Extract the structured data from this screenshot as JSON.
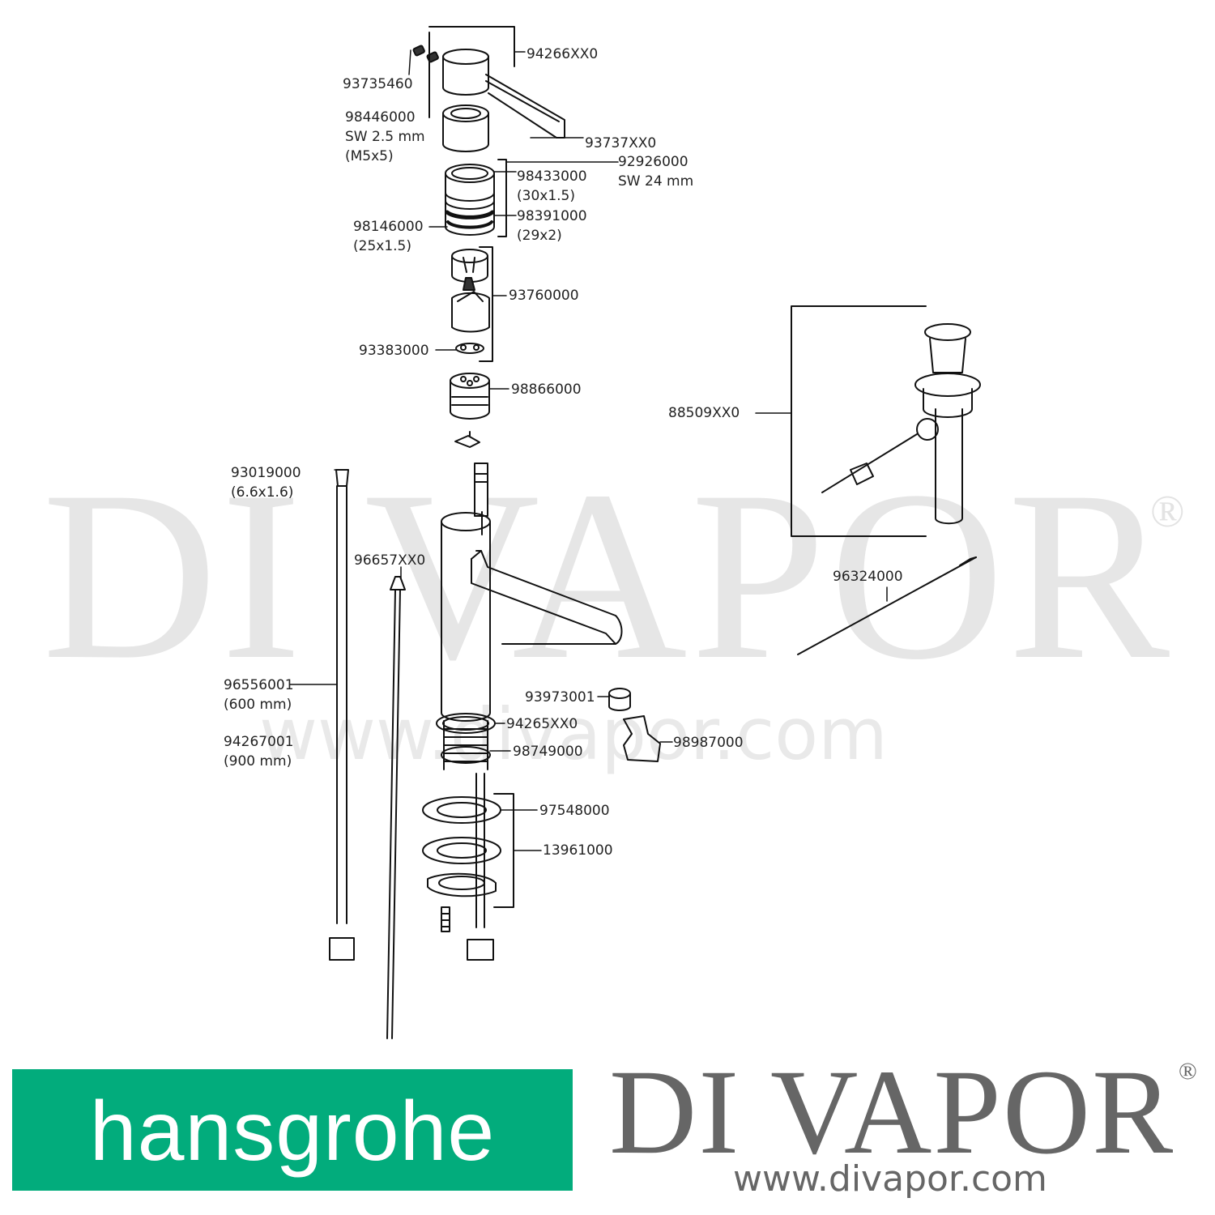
{
  "part_labels": {
    "p94266": "94266XX0",
    "p93735": "93735460",
    "p98446": "98446000",
    "p98446_sw": "SW 2.5 mm",
    "p98446_m": "(M5x5)",
    "p93737": "93737XX0",
    "p92926": "92926000",
    "p92926_sw": "SW 24 mm",
    "p98433": "98433000",
    "p98433_d": "(30x1.5)",
    "p98391": "98391000",
    "p98391_d": "(29x2)",
    "p98146": "98146000",
    "p98146_d": "(25x1.5)",
    "p93760": "93760000",
    "p93383": "93383000",
    "p98866": "98866000",
    "p88509": "88509XX0",
    "p93019": "93019000",
    "p93019_d": "(6.6x1.6)",
    "p96657": "96657XX0",
    "p96324": "96324000",
    "p96556": "96556001",
    "p96556_d": "(600 mm)",
    "p94267": "94267001",
    "p94267_d": "(900 mm)",
    "p93973": "93973001",
    "p94265": "94265XX0",
    "p98749": "98749000",
    "p98987": "98987000",
    "p97548": "97548000",
    "p13961": "13961000"
  },
  "watermark": {
    "text": "DI VAPOR",
    "reg": "®",
    "url": "www.divapor.com"
  },
  "brand": {
    "hansgrohe": "hansgrohe",
    "divapor": "DI VAPOR",
    "divapor_reg": "®",
    "divapor_url": "www.divapor.com",
    "hansgrohe_color": "#02ac7c"
  }
}
